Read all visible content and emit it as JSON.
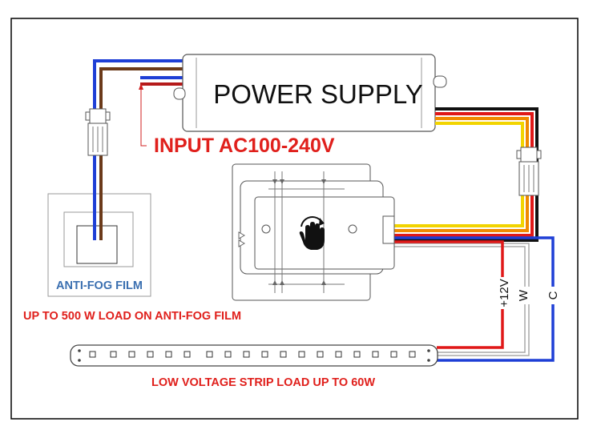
{
  "labels": {
    "power_supply": "POWER SUPPLY",
    "input": "INPUT AC100-240V",
    "anti_fog_film": "ANTI-FOG FILM",
    "anti_fog_load": "UP TO 500 W LOAD ON ANTI-FOG FILM",
    "strip_load": "LOW VOLTAGE STRIP LOAD UP TO 60W",
    "wire_plus12v": "+12V",
    "wire_w": "W",
    "wire_c": "C"
  },
  "colors": {
    "border": "#000000",
    "wire_blue": "#1e3fd6",
    "wire_brown": "#6b3a1a",
    "wire_red": "#e01818",
    "wire_black": "#111111",
    "wire_orange": "#f08a00",
    "wire_yellow": "#f2d400",
    "wire_gray": "#a8a8a8",
    "label_red": "#e0201c",
    "label_blue": "#3a6fb0",
    "outline": "#555555"
  },
  "icons": {
    "sensor": "hand-touch-sensor-icon",
    "connector": "plug-connector-icon",
    "input_arrow": "arrow-up-icon"
  }
}
